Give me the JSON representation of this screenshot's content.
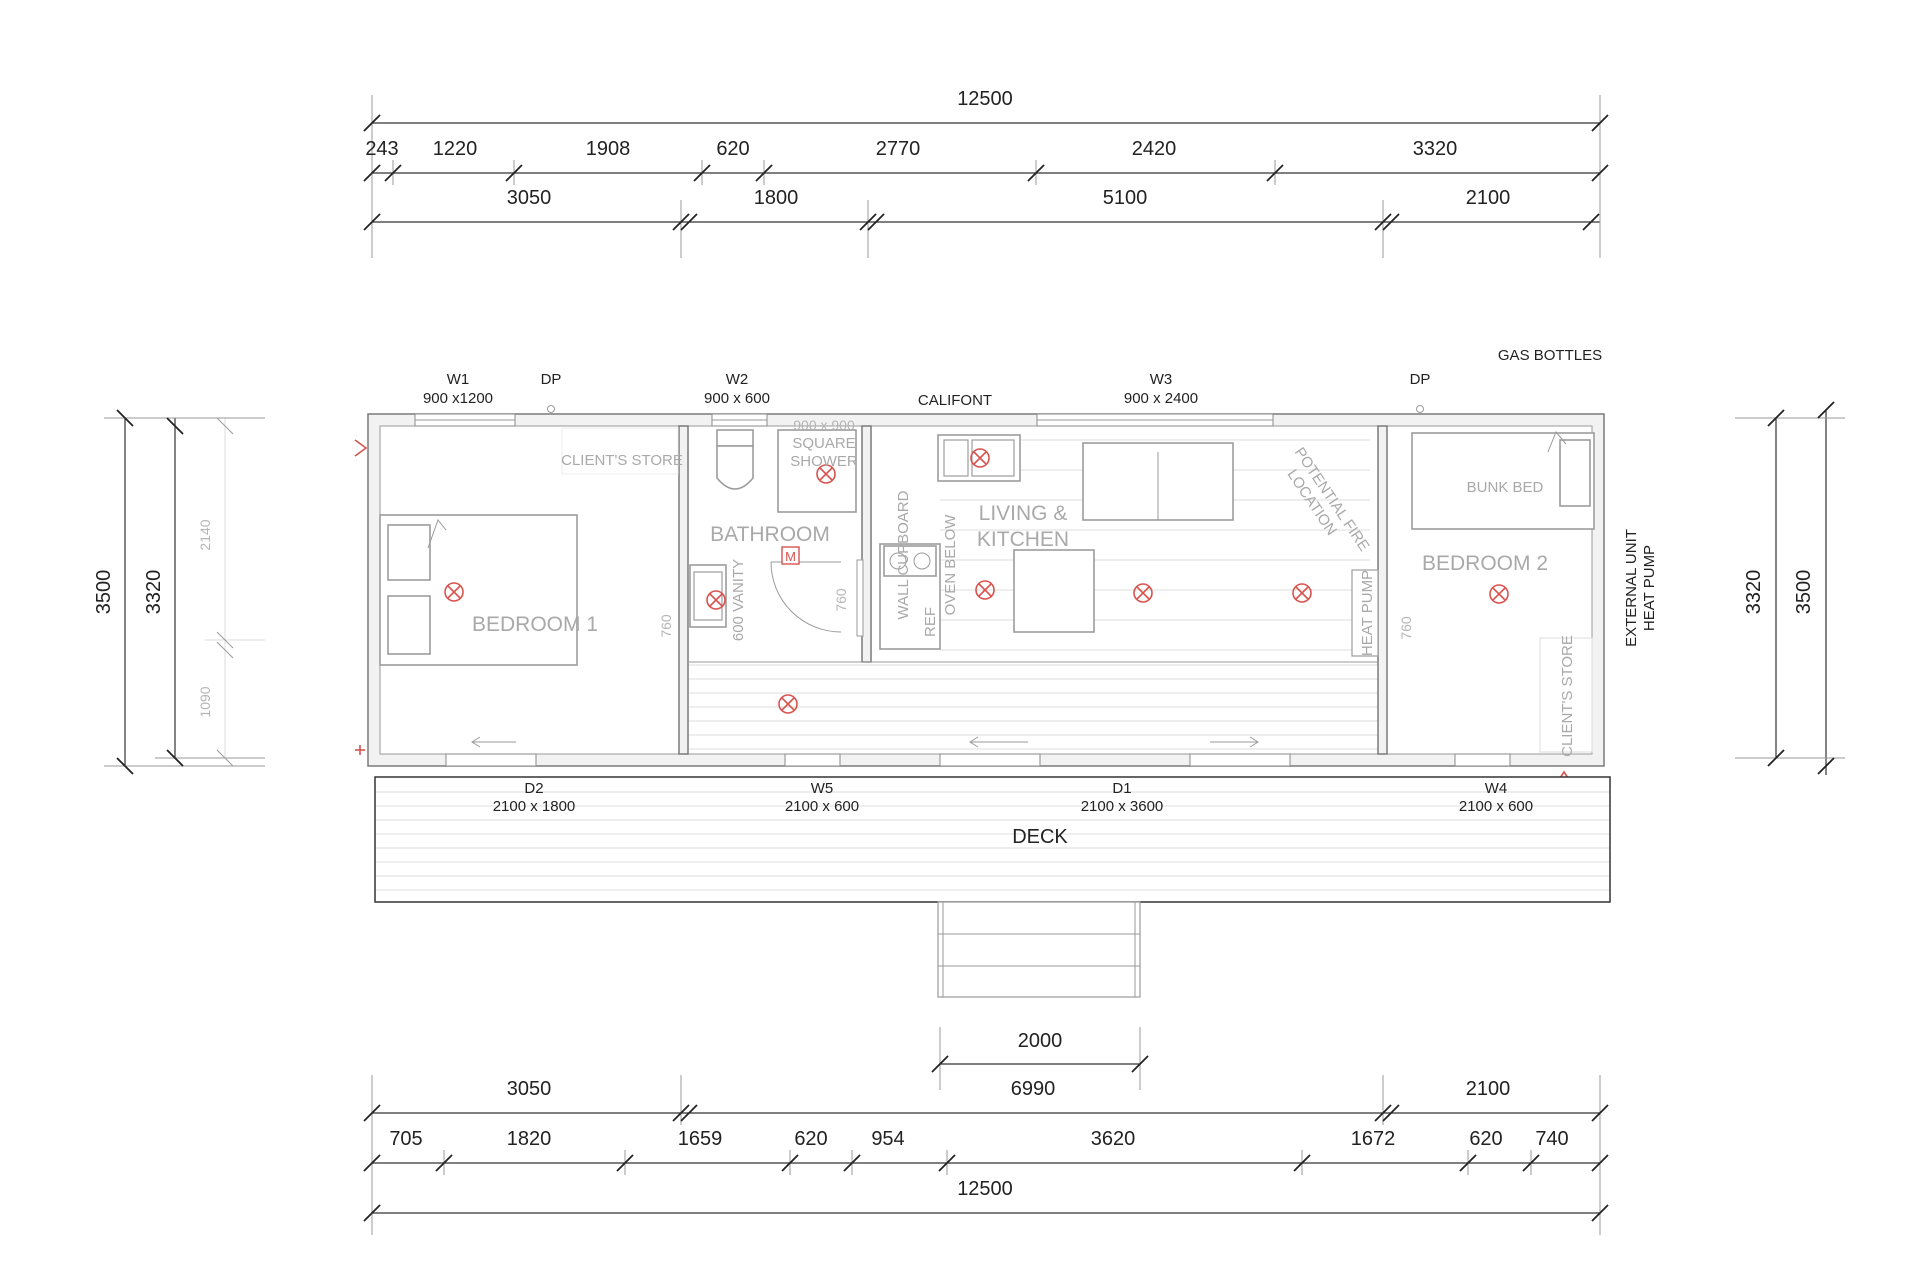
{
  "colors": {
    "accent": "#d9534f",
    "line": "#333333",
    "fixture": "#a9a9a9"
  },
  "dims_top": {
    "overall": "12500",
    "row2": [
      "243",
      "1220",
      "1908",
      "620",
      "2770",
      "2420",
      "3320"
    ],
    "row3": [
      "3050",
      "1800",
      "5100",
      "2100"
    ]
  },
  "dims_bottom": {
    "steps": "2000",
    "row1": [
      "3050",
      "6990",
      "2100"
    ],
    "row2": [
      "705",
      "1820",
      "1659",
      "620",
      "954",
      "3620",
      "1672",
      "620",
      "740"
    ],
    "overall": "12500"
  },
  "dims_left": {
    "outer": "3500",
    "inner": "3320",
    "upper": "2140",
    "lower": "1090"
  },
  "dims_right": {
    "inner": "3320",
    "outer": "3500"
  },
  "top_labels": {
    "w1": "W1",
    "w1_size": "900 x1200",
    "dp1": "DP",
    "w2": "W2",
    "w2_size": "900 x 600",
    "califont": "CALIFONT",
    "w3": "W3",
    "w3_size": "900 x 2400",
    "dp2": "DP",
    "gas": "GAS BOTTLES"
  },
  "rooms": {
    "bedroom1": "BEDROOM 1",
    "bathroom": "BATHROOM",
    "living1": "LIVING &",
    "living2": "KITCHEN",
    "bedroom2": "BEDROOM 2"
  },
  "fixtures": {
    "clients_store_1": "CLIENT'S STORE",
    "square": "900 x 900",
    "square2": "SQUARE",
    "shower": "SHOWER",
    "vanity": "600 VANITY",
    "meter": "M",
    "wall_cupboard": "WALL CUPBOARD",
    "oven_below": "OVEN BELOW",
    "ref": "REF",
    "fire1": "POTENTIAL FIRE",
    "fire2": "LOCATION",
    "heat_pump": "HEAT PUMP",
    "bunk_bed": "BUNK BED",
    "clients_store_2": "CLIENT'S STORE",
    "w760a": "760",
    "w760b": "760",
    "w760c": "760"
  },
  "side_label": {
    "line1": "EXTERNAL UNIT",
    "line2": "HEAT PUMP"
  },
  "bottom_labels": {
    "d2": "D2",
    "d2_size": "2100 x 1800",
    "w5": "W5",
    "w5_size": "2100 x 600",
    "d1": "D1",
    "d1_size": "2100 x 3600",
    "w4": "W4",
    "w4_size": "2100 x 600",
    "deck": "DECK"
  }
}
